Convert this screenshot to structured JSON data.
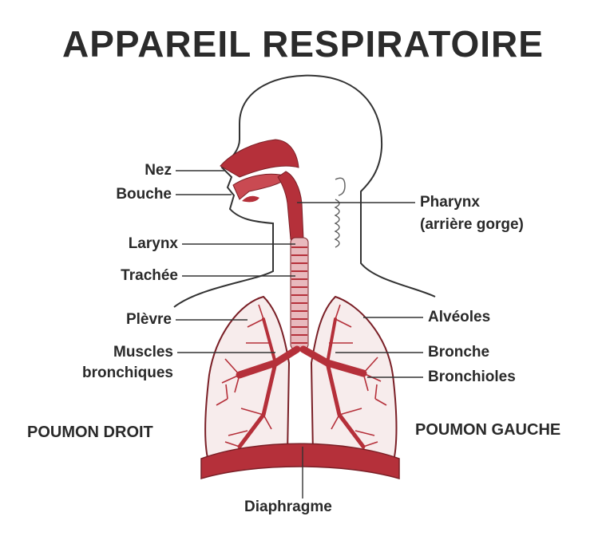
{
  "title": "APPAREIL RESPIRATOIRE",
  "labels": {
    "nez": "Nez",
    "bouche": "Bouche",
    "larynx": "Larynx",
    "trachee": "Trachée",
    "plevre": "Plèvre",
    "muscles_1": "Muscles",
    "muscles_2": "bronchiques",
    "pharynx_1": "Pharynx",
    "pharynx_2": "(arrière gorge)",
    "alveoles": "Alvéoles",
    "bronche": "Bronche",
    "bronchioles": "Bronchioles",
    "poumon_droit": "POUMON DROIT",
    "poumon_gauche": "POUMON GAUCHE",
    "diaphragme": "Diaphragme"
  },
  "colors": {
    "organ_red": "#b5303a",
    "organ_light": "#e8b9bd",
    "outline": "#333333",
    "text": "#2a2a2a"
  }
}
